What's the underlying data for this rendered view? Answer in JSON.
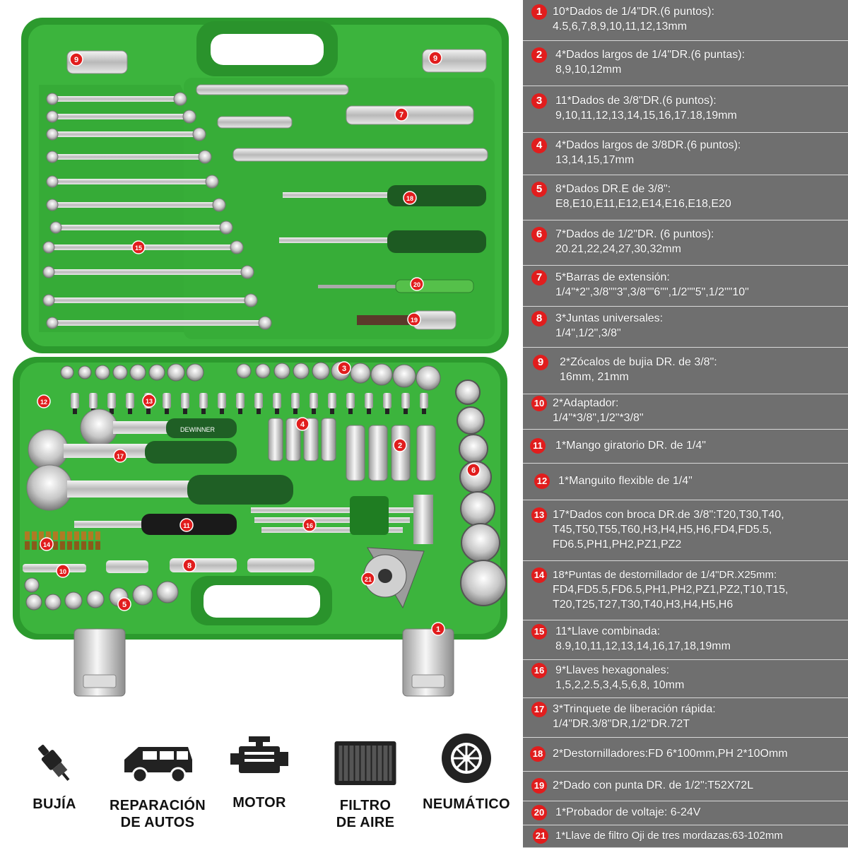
{
  "colors": {
    "case_green": "#39b23a",
    "case_green_dark": "#1f7d22",
    "panel_gray": "#6f6f6f",
    "badge_red": "#e11d1d",
    "divider": "#d9d9d9"
  },
  "case_markers": [
    "9",
    "9",
    "7",
    "18",
    "15",
    "20",
    "19",
    "3",
    "12",
    "13",
    "4",
    "2",
    "17",
    "6",
    "11",
    "16",
    "14",
    "10",
    "8",
    "21",
    "5",
    "1"
  ],
  "brand": "DEWINNER",
  "uses": [
    {
      "label_line1": "BUJÍA",
      "label_line2": "",
      "icon": "spark-plug-icon"
    },
    {
      "label_line1": "REPARACIÓN",
      "label_line2": "DE AUTOS",
      "icon": "car-icon"
    },
    {
      "label_line1": "MOTOR",
      "label_line2": "",
      "icon": "engine-icon"
    },
    {
      "label_line1": "FILTRO",
      "label_line2": "DE AIRE",
      "icon": "air-filter-icon"
    },
    {
      "label_line1": "NEUMÁTICO",
      "label_line2": "",
      "icon": "tire-icon"
    }
  ],
  "items": [
    {
      "num": "1",
      "lines": [
        "10*Dados de 1/4\"DR.(6 puntos):",
        "4.5,6,7,8,9,10,11,12,13mm"
      ]
    },
    {
      "num": "2",
      "lines": [
        "4*Dados largos de 1/4\"DR.(6 puntas):",
        "8,9,10,12mm"
      ]
    },
    {
      "num": "3",
      "lines": [
        "11*Dados de 3/8\"DR.(6 puntos):",
        "9,10,11,12,13,14,15,16,17.18,19mm"
      ]
    },
    {
      "num": "4",
      "lines": [
        "4*Dados largos de 3/8DR.(6 puntos):",
        "13,14,15,17mm"
      ]
    },
    {
      "num": "5",
      "lines": [
        "8*Dados DR.E de 3/8\":",
        "E8,E10,E11,E12,E14,E16,E18,E20"
      ]
    },
    {
      "num": "6",
      "lines": [
        "7*Dados de 1/2\"DR. (6 puntos):",
        "20.21,22,24,27,30,32mm"
      ]
    },
    {
      "num": "7",
      "lines": [
        "5*Barras de extensión:",
        "1/4\"*2\",3/8\"\"3\",3/8\"\"6\"\",1/2\"\"5\",1/2\"\"10\""
      ]
    },
    {
      "num": "8",
      "lines": [
        "3*Juntas universales:",
        "1/4\",1/2\",3/8\""
      ]
    },
    {
      "num": "9",
      "lines": [
        " 2*Zócalos de bujia DR. de 3/8\":",
        "16mm, 21mm"
      ]
    },
    {
      "num": "10",
      "lines": [
        "2*Adaptador:",
        "1/4\"*3/8\",1/2\"*3/8\""
      ]
    },
    {
      "num": "11",
      "lines": [
        "1*Mango giratorio DR. de 1/4\""
      ]
    },
    {
      "num": "12",
      "lines": [
        "1*Manguito flexible de 1/4\""
      ]
    },
    {
      "num": "13",
      "lines": [
        "17*Dados con broca DR.de 3/8\":T20,T30,T40,",
        "T45,T50,T55,T60,H3,H4,H5,H6,FD4,FD5.5,",
        "FD6.5,PH1,PH2,PZ1,PZ2"
      ]
    },
    {
      "num": "14",
      "lines": [
        "18*Puntas de destornillador de 1/4\"DR.X25mm:",
        "FD4,FD5.5,FD6.5,PH1,PH2,PZ1,PZ2,T10,T15,",
        "T20,T25,T27,T30,T40,H3,H4,H5,H6"
      ]
    },
    {
      "num": "15",
      "lines": [
        "11*Llave combinada:",
        "8.9,10,11,12,13,14,16,17,18,19mm"
      ]
    },
    {
      "num": "16",
      "lines": [
        "9*Llaves hexagonales:",
        "1,5,2,2.5,3,4,5,6,8,  10mm"
      ]
    },
    {
      "num": "17",
      "lines": [
        "3*Trinquete de liberación rápida:",
        "1/4\"DR.3/8\"DR,1/2\"DR.72T"
      ]
    },
    {
      "num": "18",
      "lines": [
        "2*Destornilladores:FD 6*100mm,PH 2*10Omm"
      ]
    },
    {
      "num": "19",
      "lines": [
        "2*Dado con punta DR. de 1/2\":T52X72L"
      ]
    },
    {
      "num": "20",
      "lines": [
        "1*Probador de voltaje: 6-24V"
      ]
    },
    {
      "num": "21",
      "lines": [
        "1*Llave de filtro Oji de tres mordazas:63-102mm"
      ]
    }
  ]
}
